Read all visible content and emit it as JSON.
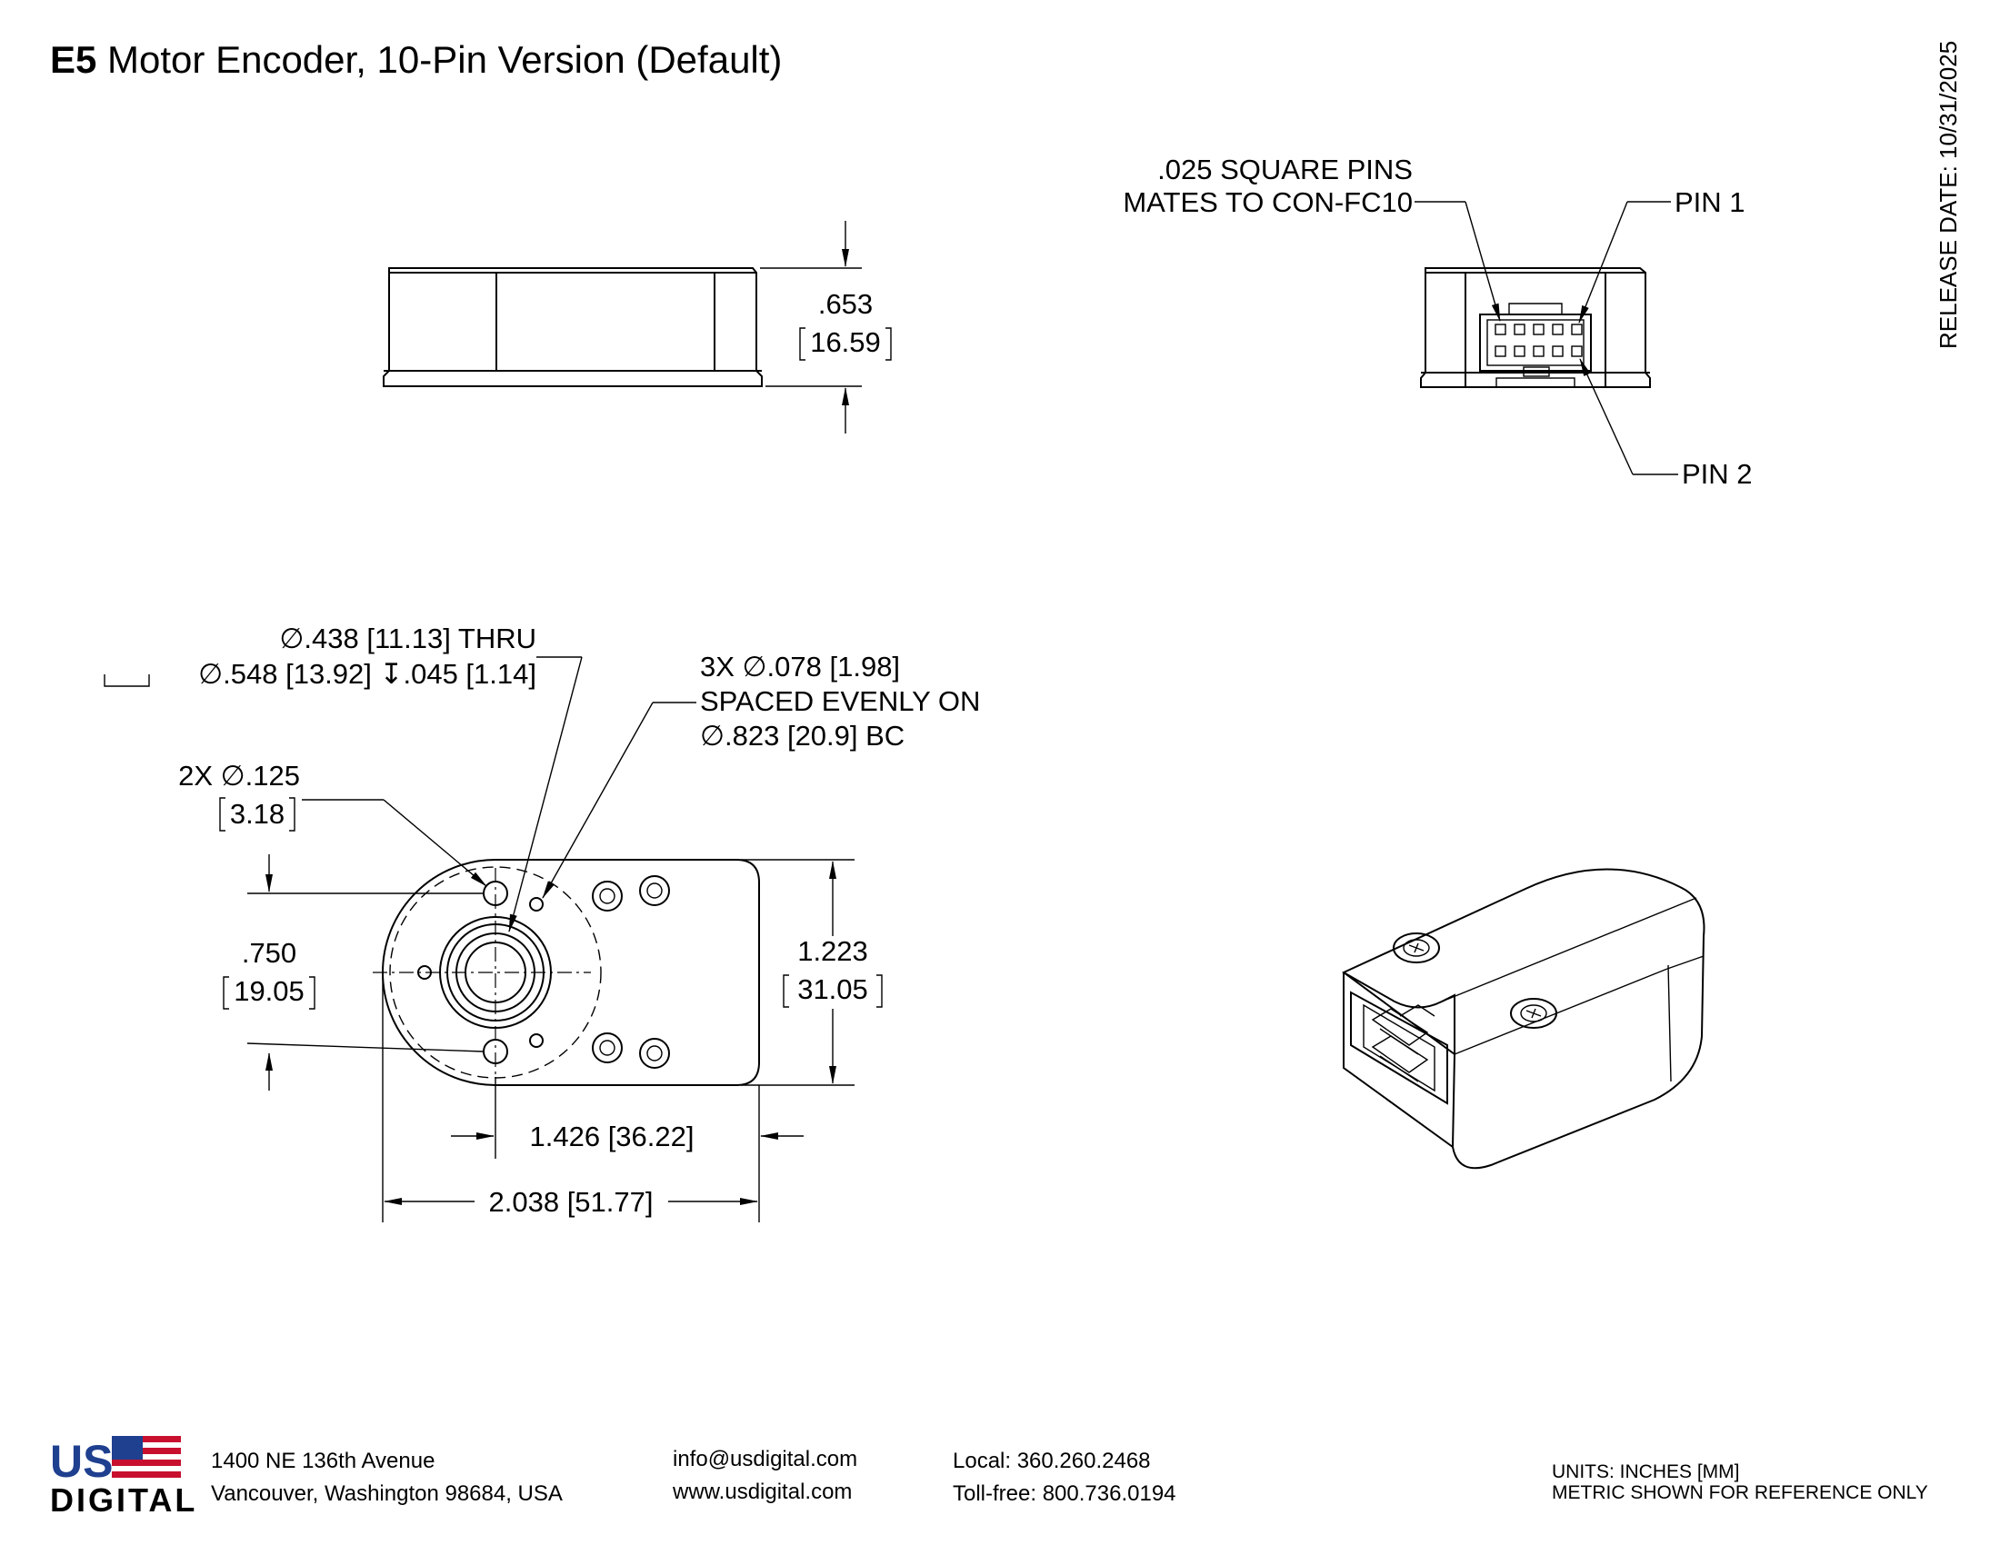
{
  "title": {
    "model": "E5",
    "name": "Motor Encoder, 10-Pin Version (Default)"
  },
  "release_date": "RELEASE DATE: 10/31/2025",
  "side_view": {
    "height_in": ".653",
    "height_mm": "16.59"
  },
  "connector_view": {
    "pins_note_line1": ".025 SQUARE PINS",
    "pins_note_line2": "MATES TO CON-FC10",
    "pin1": "PIN 1",
    "pin2": "PIN 2"
  },
  "top_view": {
    "bore_line1": "∅.438 [11.13] THRU",
    "bore_line2": "∅.548 [13.92] ↧.045 [1.14]",
    "holes_line1": "3X ∅.078 [1.98]",
    "holes_line2": "SPACED EVENLY ON",
    "holes_line3": "∅.823 [20.9] BC",
    "mount_holes_line1": "2X ∅.125",
    "mount_holes_line2": "3.18",
    "spacing_in": ".750",
    "spacing_mm": "19.05",
    "height_in": "1.223",
    "height_mm": "31.05",
    "offset": "1.426 [36.22]",
    "length": "2.038 [51.77]"
  },
  "footer": {
    "logo_top": "US",
    "logo_bottom": "DIGITAL",
    "address_line1": "1400 NE 136th Avenue",
    "address_line2": "Vancouver, Washington 98684, USA",
    "email": "info@usdigital.com",
    "web": "www.usdigital.com",
    "phone_local": "Local: 360.260.2468",
    "phone_tollfree": "Toll-free: 800.736.0194",
    "units_line1": "UNITS: INCHES [MM]",
    "units_line2": "METRIC SHOWN FOR REFERENCE ONLY"
  },
  "colors": {
    "logo_blue": "#1f3f8f",
    "logo_red": "#c8102e",
    "ink": "#000000"
  }
}
